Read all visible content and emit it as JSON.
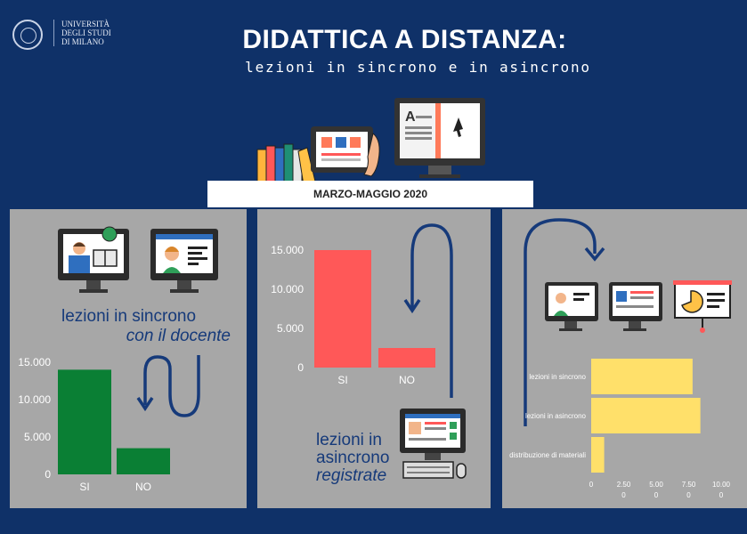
{
  "logo": {
    "line1": "UNIVERSITÀ",
    "line2": "DEGLI STUDI",
    "line3": "DI MILANO"
  },
  "title": "DIDATTICA A DISTANZA:",
  "subtitle": "lezioni in sincrono e in asincrono",
  "period": "MARZO-MAGGIO 2020",
  "panel1": {
    "line1": "lezioni in sincrono",
    "line2": "con il docente"
  },
  "panel2": {
    "line1": "lezioni in",
    "line2": "asincrono",
    "line3": "registrate"
  },
  "colors": {
    "background": "#0f3168",
    "panel": "#a7a7a7",
    "green": "#0a7f34",
    "red": "#ff5858",
    "yellow": "#ffe06a",
    "navy": "#163a7a"
  },
  "icons": [
    "university-seal-icon",
    "books-icon",
    "tablet-icon",
    "monitor-book-icon",
    "teacher-monitor-icon",
    "headset-monitor-icon",
    "desktop-computer-icon",
    "presentation-icon",
    "curved-arrow-icon"
  ],
  "chart_data": [
    {
      "type": "bar",
      "categories": [
        "SI",
        "NO"
      ],
      "values": [
        14000,
        3500
      ],
      "ylim": [
        0,
        15000
      ],
      "yticks": [
        "0",
        "5.000",
        "10.000",
        "15.000"
      ],
      "color": "#0a7f34"
    },
    {
      "type": "bar",
      "categories": [
        "SI",
        "NO"
      ],
      "values": [
        15000,
        2500
      ],
      "ylim": [
        0,
        15000
      ],
      "yticks": [
        "0",
        "5.000",
        "10.000",
        "15.000"
      ],
      "color": "#ff5858"
    },
    {
      "type": "bar",
      "orientation": "horizontal",
      "categories": [
        "lezioni in sincrono",
        "lezioni in asincrono",
        "distribuzione di materiali"
      ],
      "values": [
        7.8,
        8.4,
        1.0
      ],
      "xlim": [
        0,
        10
      ],
      "xticks": [
        [
          "0",
          ""
        ],
        [
          "2.50",
          "0"
        ],
        [
          "5.00",
          "0"
        ],
        [
          "7.50",
          "0"
        ],
        [
          "10.00",
          "0"
        ]
      ],
      "color": "#ffe06a"
    }
  ]
}
